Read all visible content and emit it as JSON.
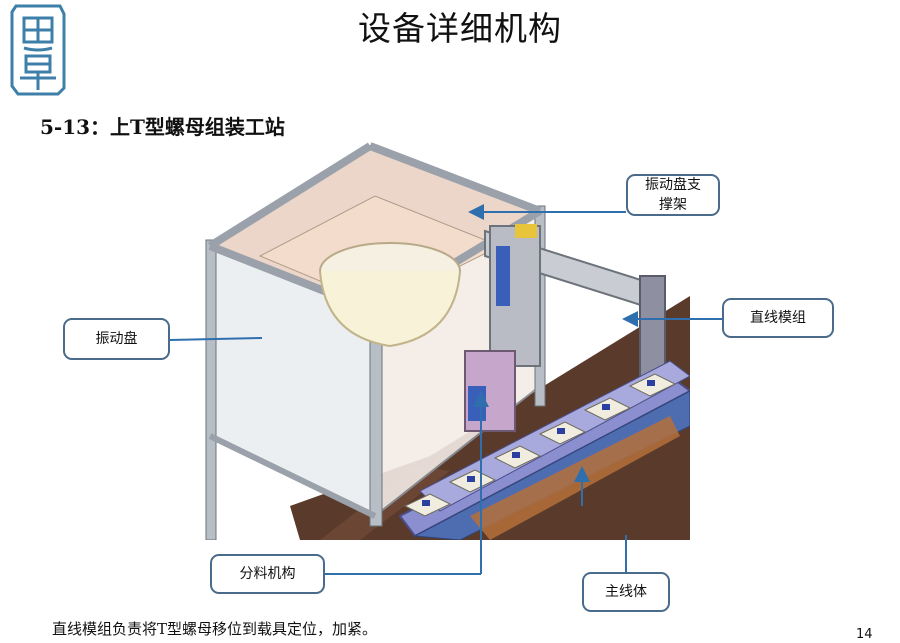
{
  "logo": {
    "glyph_top": "思",
    "glyph_bottom": "卓",
    "color": "#3d7fa8"
  },
  "title": "设备详细机构",
  "subtitle": "5-13：上T型螺母组装工站",
  "callouts": {
    "vibrator_bracket": "振动盘支\n撑架",
    "linear_module": "直线模组",
    "vibrator": "振动盘",
    "distributor": "分料机构",
    "main_line": "主线体"
  },
  "caption": "直线模组负责将T型螺母移位到载具定位，加紧。",
  "page_number": "14",
  "colors": {
    "accent": "#2f6fae",
    "callout_border": "#4a6b8a",
    "table_brown": "#5a3a2a"
  }
}
